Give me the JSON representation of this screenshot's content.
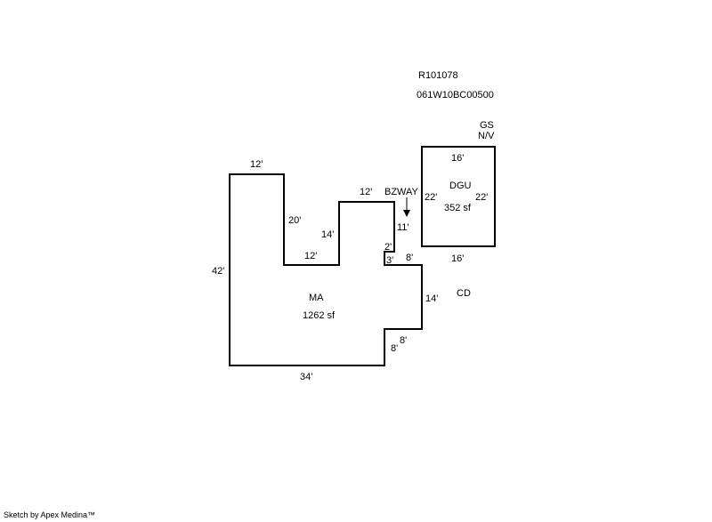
{
  "header": {
    "parcel_id": "R101078",
    "map_number": "061W10BC00500"
  },
  "annotations": {
    "gs": "GS",
    "nv": "N/V",
    "bzway": "BZWAY",
    "cd": "CD"
  },
  "main_area": {
    "code": "MA",
    "area": "1262 sf",
    "dimensions": {
      "top_left": "12'",
      "left": "42'",
      "notch_inner_right": "20'",
      "notch_bottom": "12'",
      "notch_inner_left": "14'",
      "upper_top": "12'",
      "upper_right": "11'",
      "step_up": "2'",
      "step_left": "3'",
      "step_top": "8'",
      "right": "14'",
      "corner_top": "8'",
      "corner_side": "8'",
      "bottom": "34'"
    }
  },
  "garage": {
    "code": "DGU",
    "area": "352 sf",
    "dimensions": {
      "top": "16'",
      "left": "22'",
      "right": "22'",
      "bottom": "16'"
    }
  },
  "footer": {
    "credit": "Sketch by Apex Medina™"
  },
  "colors": {
    "line": "#000000",
    "background": "#ffffff"
  }
}
